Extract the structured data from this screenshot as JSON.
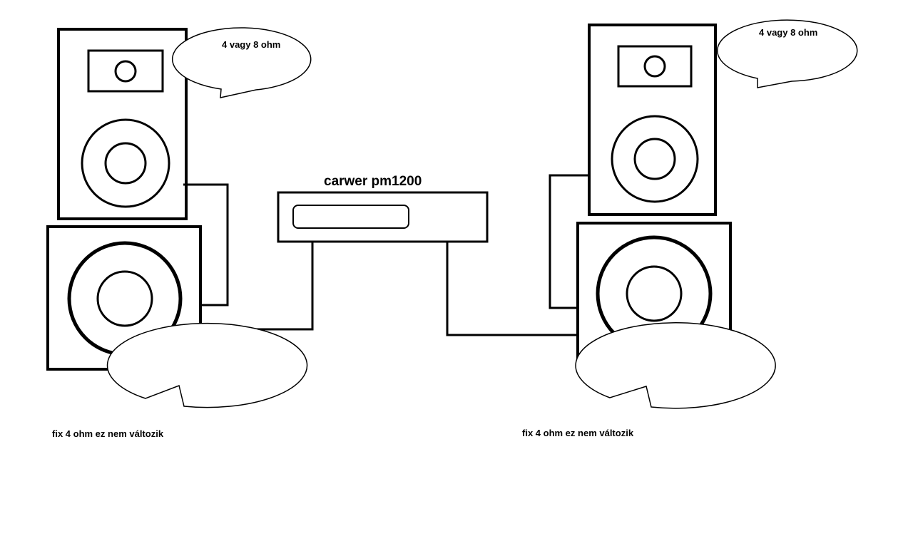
{
  "amplifier": {
    "label": "carwer pm1200"
  },
  "left": {
    "top_speaker_note": "4 vagy 8 ohm",
    "sub_note": "fix 4 ohm ez nem változik"
  },
  "right": {
    "top_speaker_note": "4 vagy 8 ohm",
    "sub_note": "fix 4 ohm ez nem változik"
  },
  "colors": {
    "stroke": "#000000",
    "background": "#ffffff"
  }
}
